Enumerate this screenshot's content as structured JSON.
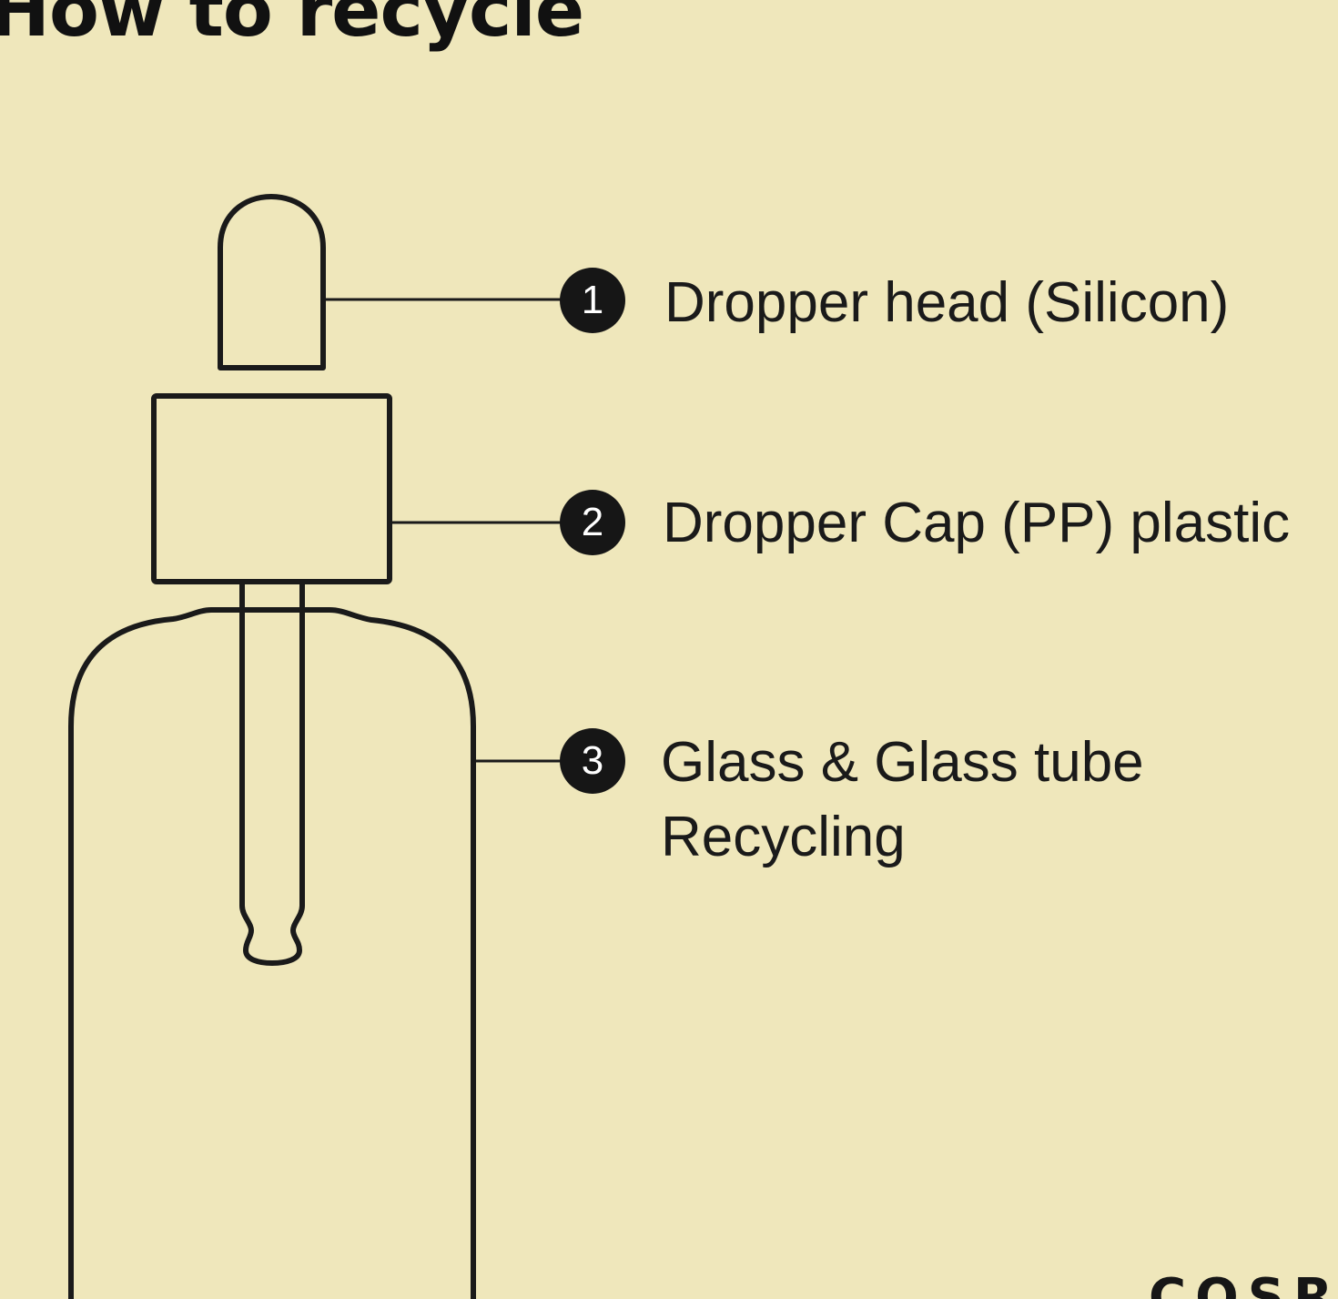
{
  "title": "How to recycle",
  "parts": [
    {
      "number": "1",
      "label": "Dropper head (Silicon)"
    },
    {
      "number": "2",
      "label": "Dropper Cap (PP) plastic"
    },
    {
      "number": "3",
      "label_line1": "Glass & Glass tube",
      "label_line2": "Recycling"
    }
  ],
  "brand": "COSRX",
  "colors": {
    "background": "#efe7bb",
    "ink": "#1a1a1a",
    "marker_fill": "#161616",
    "marker_text": "#ffffff"
  }
}
